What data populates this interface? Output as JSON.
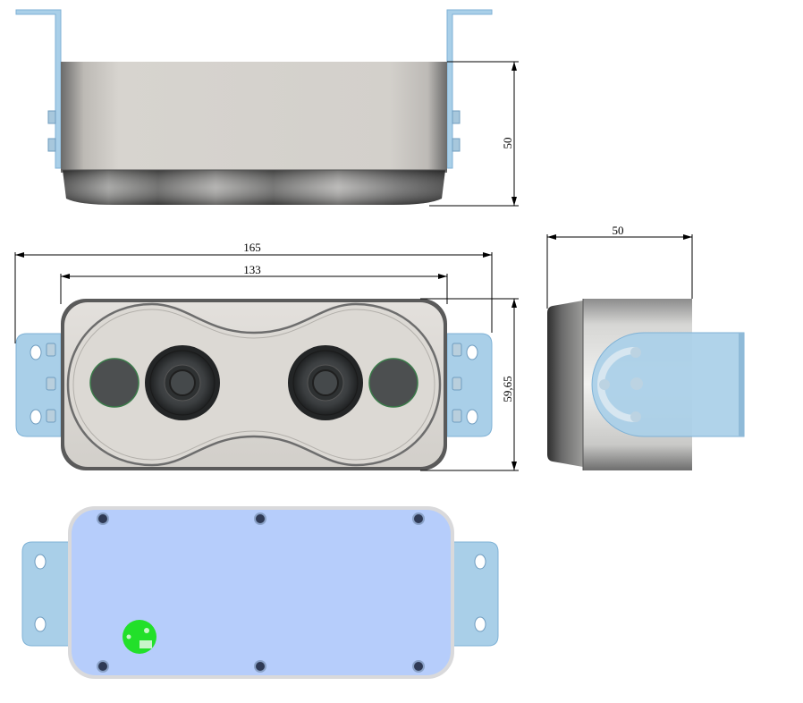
{
  "drawing": {
    "views": [
      "top-view",
      "front-view",
      "side-view",
      "rear-view"
    ],
    "dimensions": {
      "top_height": "50",
      "overall_width": "165",
      "body_width": "133",
      "front_height": "59,65",
      "side_depth": "50"
    },
    "colors": {
      "bracket": "#a9cfe8",
      "bracket_edge": "#7fb2d6",
      "rear_plate": "#b6cdfb",
      "housing_light": "#d9d6d1",
      "housing_dark": "#6f6f6f",
      "lens": "#3a3d3f",
      "connector": "#22e02a"
    }
  }
}
